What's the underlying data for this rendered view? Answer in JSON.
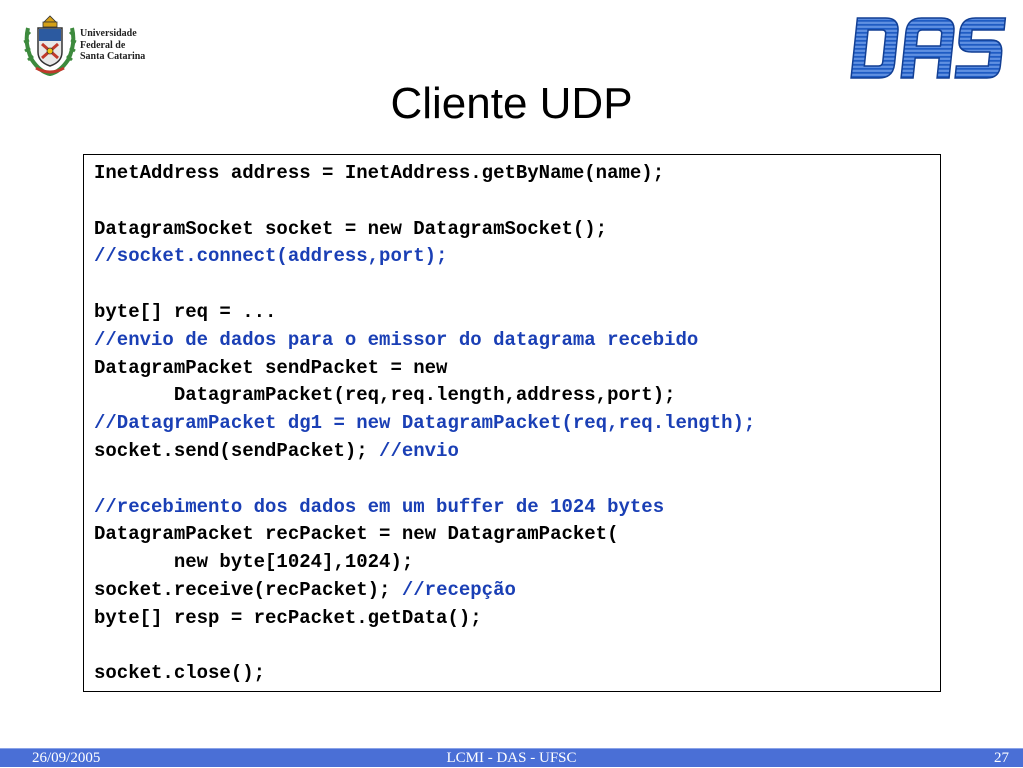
{
  "header": {
    "university_logo": {
      "name_lines": [
        "Universidade",
        "Federal de",
        "Santa Catarina"
      ],
      "crest_icon": "ufsc-crest-icon"
    },
    "das_logo": {
      "text": "DAS",
      "color": "#1f5cc4"
    }
  },
  "slide": {
    "title": "Cliente UDP",
    "code_lines": [
      {
        "text": "InetAddress address = InetAddress.getByName(name);",
        "comment": ""
      },
      {
        "text": "",
        "comment": ""
      },
      {
        "text": "DatagramSocket socket = new DatagramSocket();",
        "comment": ""
      },
      {
        "text": "",
        "comment": "//socket.connect(address,port);"
      },
      {
        "text": "",
        "comment": ""
      },
      {
        "text": "byte[] req = ...",
        "comment": ""
      },
      {
        "text": "",
        "comment": "//envio de dados para o emissor do datagrama recebido"
      },
      {
        "text": "DatagramPacket sendPacket = new",
        "comment": ""
      },
      {
        "text": "       DatagramPacket(req,req.length,address,port);",
        "comment": ""
      },
      {
        "text": "",
        "comment": "//DatagramPacket dg1 = new DatagramPacket(req,req.length);"
      },
      {
        "text": "socket.send(sendPacket); ",
        "comment": "//envio"
      },
      {
        "text": "",
        "comment": ""
      },
      {
        "text": "",
        "comment": "//recebimento dos dados em um buffer de 1024 bytes"
      },
      {
        "text": "DatagramPacket recPacket = new DatagramPacket(",
        "comment": ""
      },
      {
        "text": "       new byte[1024],1024);",
        "comment": ""
      },
      {
        "text": "socket.receive(recPacket); ",
        "comment": "//recepção"
      },
      {
        "text": "byte[] resp = recPacket.getData();",
        "comment": ""
      },
      {
        "text": "",
        "comment": ""
      },
      {
        "text": "socket.close();",
        "comment": ""
      }
    ]
  },
  "footer": {
    "date": "26/09/2005",
    "center": "LCMI - DAS - UFSC",
    "page": "27"
  },
  "colors": {
    "comment": "#1a3fb5",
    "footer_bar": "#4a6fd6",
    "das_logo": "#1f5cc4"
  }
}
